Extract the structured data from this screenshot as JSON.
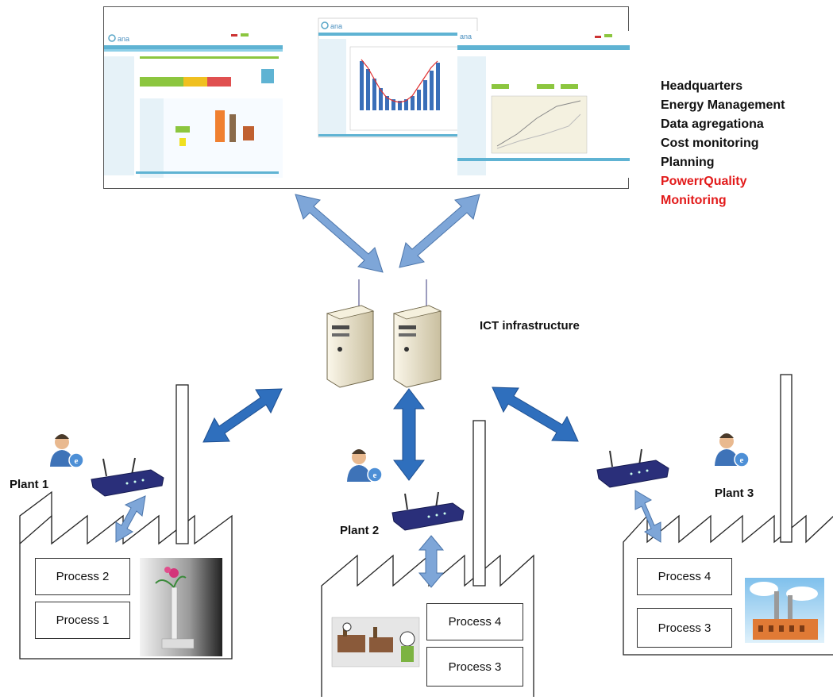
{
  "headquarters": {
    "lines": [
      "Headquarters",
      "Energy Management",
      "Data agregationa",
      "Cost monitoring",
      "Planning"
    ],
    "highlight_lines": [
      "PowerrQuality",
      "Monitoring"
    ],
    "highlight_color": "#e21a1a",
    "screens": [
      {
        "logo": "ana"
      },
      {
        "logo": "ana"
      },
      {
        "logo": "ana"
      }
    ]
  },
  "ict": {
    "label": "ICT infrastructure"
  },
  "plants": [
    {
      "label": "Plant 1",
      "processes": [
        "Process 2",
        "Process 1"
      ]
    },
    {
      "label": "Plant 2",
      "processes": [
        "Process 4",
        "Process 3"
      ]
    },
    {
      "label": "Plant 3",
      "processes": [
        "Process 4",
        "Process 3"
      ]
    }
  ],
  "colors": {
    "arrow_light": "#7ea6d8",
    "arrow_dark": "#2f6fbd",
    "router": "#2a2f7a",
    "server": "#e8e0c8"
  }
}
